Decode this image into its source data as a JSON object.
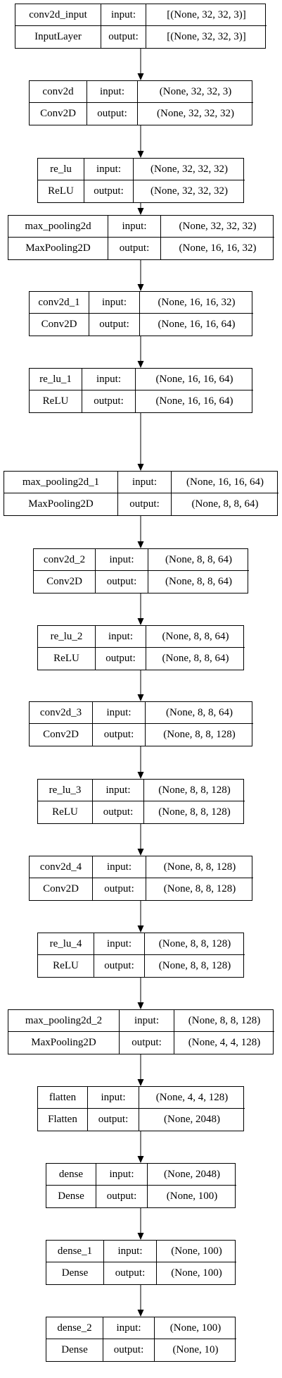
{
  "io_labels": {
    "input": "input:",
    "output": "output:"
  },
  "layers": [
    {
      "name": "conv2d_input",
      "type": "InputLayer",
      "input": "[(None, 32, 32, 3)]",
      "output": "[(None, 32, 32, 3)]"
    },
    {
      "name": "conv2d",
      "type": "Conv2D",
      "input": "(None, 32, 32, 3)",
      "output": "(None, 32, 32, 32)"
    },
    {
      "name": "re_lu",
      "type": "ReLU",
      "input": "(None, 32, 32, 32)",
      "output": "(None, 32, 32, 32)"
    },
    {
      "name": "max_pooling2d",
      "type": "MaxPooling2D",
      "input": "(None, 32, 32, 32)",
      "output": "(None, 16, 16, 32)"
    },
    {
      "name": "conv2d_1",
      "type": "Conv2D",
      "input": "(None, 16, 16, 32)",
      "output": "(None, 16, 16, 64)"
    },
    {
      "name": "re_lu_1",
      "type": "ReLU",
      "input": "(None, 16, 16, 64)",
      "output": "(None, 16, 16, 64)"
    },
    {
      "name": "max_pooling2d_1",
      "type": "MaxPooling2D",
      "input": "(None, 16, 16, 64)",
      "output": "(None, 8, 8, 64)"
    },
    {
      "name": "conv2d_2",
      "type": "Conv2D",
      "input": "(None, 8, 8, 64)",
      "output": "(None, 8, 8, 64)"
    },
    {
      "name": "re_lu_2",
      "type": "ReLU",
      "input": "(None, 8, 8, 64)",
      "output": "(None, 8, 8, 64)"
    },
    {
      "name": "conv2d_3",
      "type": "Conv2D",
      "input": "(None, 8, 8, 64)",
      "output": "(None, 8, 8, 128)"
    },
    {
      "name": "re_lu_3",
      "type": "ReLU",
      "input": "(None, 8, 8, 128)",
      "output": "(None, 8, 8, 128)"
    },
    {
      "name": "conv2d_4",
      "type": "Conv2D",
      "input": "(None, 8, 8, 128)",
      "output": "(None, 8, 8, 128)"
    },
    {
      "name": "re_lu_4",
      "type": "ReLU",
      "input": "(None, 8, 8, 128)",
      "output": "(None, 8, 8, 128)"
    },
    {
      "name": "max_pooling2d_2",
      "type": "MaxPooling2D",
      "input": "(None, 8, 8, 128)",
      "output": "(None, 4, 4, 128)"
    },
    {
      "name": "flatten",
      "type": "Flatten",
      "input": "(None, 4, 4, 128)",
      "output": "(None, 2048)"
    },
    {
      "name": "dense",
      "type": "Dense",
      "input": "(None, 2048)",
      "output": "(None, 100)"
    },
    {
      "name": "dense_1",
      "type": "Dense",
      "input": "(None, 100)",
      "output": "(None, 100)"
    },
    {
      "name": "dense_2",
      "type": "Dense",
      "input": "(None, 100)",
      "output": "(None, 10)"
    }
  ]
}
